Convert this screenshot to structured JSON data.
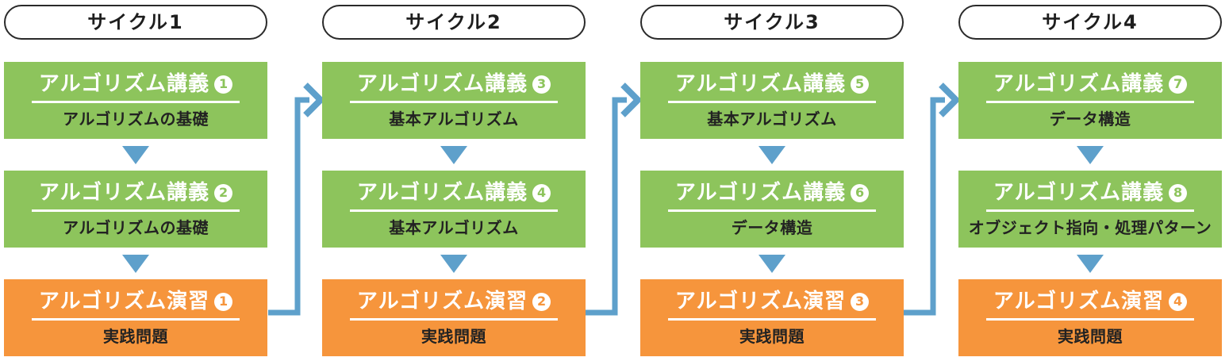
{
  "colors": {
    "green": "#8dc45c",
    "orange": "#f6953c",
    "blue": "#5ea0cb",
    "dark_text": "#222222",
    "pill_border": "#2a2a2a"
  },
  "icons": {
    "down_arrow": "triangle-down",
    "flow_connector": "elbow-right-arrow"
  },
  "cycles": [
    {
      "label": "サイクル1",
      "steps": [
        {
          "kind": "lecture",
          "title": "アルゴリズム講義",
          "number": "1",
          "subtitle": "アルゴリズムの基礎"
        },
        {
          "kind": "lecture",
          "title": "アルゴリズム講義",
          "number": "2",
          "subtitle": "アルゴリズムの基礎"
        },
        {
          "kind": "exercise",
          "title": "アルゴリズム演習",
          "number": "1",
          "subtitle": "実践問題"
        }
      ]
    },
    {
      "label": "サイクル2",
      "steps": [
        {
          "kind": "lecture",
          "title": "アルゴリズム講義",
          "number": "3",
          "subtitle": "基本アルゴリズム"
        },
        {
          "kind": "lecture",
          "title": "アルゴリズム講義",
          "number": "4",
          "subtitle": "基本アルゴリズム"
        },
        {
          "kind": "exercise",
          "title": "アルゴリズム演習",
          "number": "2",
          "subtitle": "実践問題"
        }
      ]
    },
    {
      "label": "サイクル3",
      "steps": [
        {
          "kind": "lecture",
          "title": "アルゴリズム講義",
          "number": "5",
          "subtitle": "基本アルゴリズム"
        },
        {
          "kind": "lecture",
          "title": "アルゴリズム講義",
          "number": "6",
          "subtitle": "データ構造"
        },
        {
          "kind": "exercise",
          "title": "アルゴリズム演習",
          "number": "3",
          "subtitle": "実践問題"
        }
      ]
    },
    {
      "label": "サイクル4",
      "steps": [
        {
          "kind": "lecture",
          "title": "アルゴリズム講義",
          "number": "7",
          "subtitle": "データ構造"
        },
        {
          "kind": "lecture",
          "title": "アルゴリズム講義",
          "number": "8",
          "subtitle": "オブジェクト指向・処理パターン"
        },
        {
          "kind": "exercise",
          "title": "アルゴリズム演習",
          "number": "4",
          "subtitle": "実践問題"
        }
      ]
    }
  ]
}
